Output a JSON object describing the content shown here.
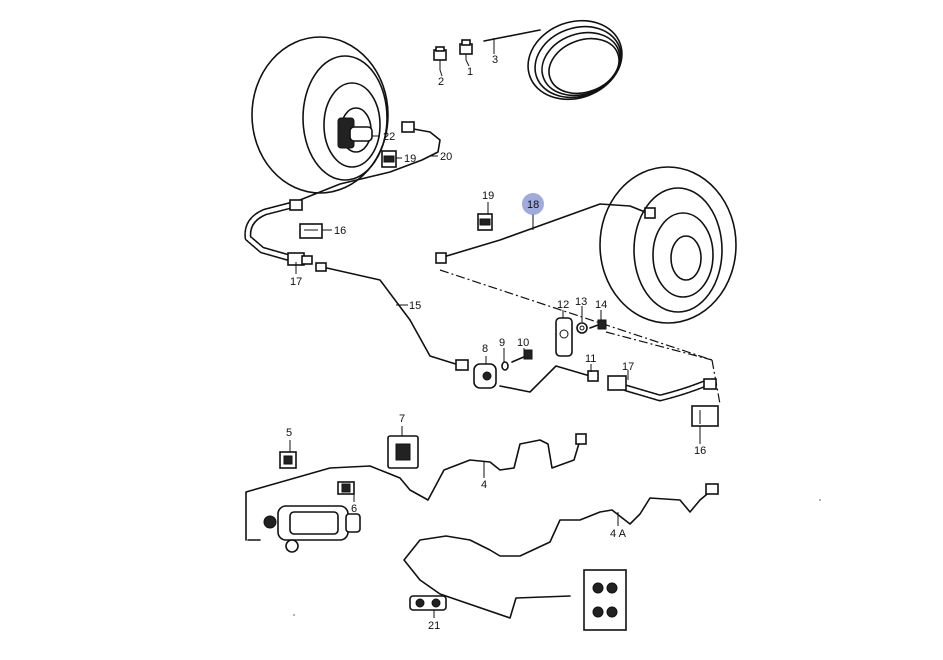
{
  "diagram": {
    "labels": {
      "p1": "1",
      "p2": "2",
      "p3": "3",
      "p4": "4",
      "p4a": "4 A",
      "p5": "5",
      "p6": "6",
      "p7": "7",
      "p8": "8",
      "p9": "9",
      "p10": "10",
      "p11": "11",
      "p12": "12",
      "p13": "13",
      "p14": "14",
      "p15": "15",
      "p16a": "16",
      "p16b": "16",
      "p17a": "17",
      "p17b": "17",
      "p18": "18",
      "p19a": "19",
      "p19b": "19",
      "p20": "20",
      "p21": "21",
      "p22": "22"
    },
    "highlighted_part": "18",
    "highlight_color": "#7f8fd0"
  }
}
